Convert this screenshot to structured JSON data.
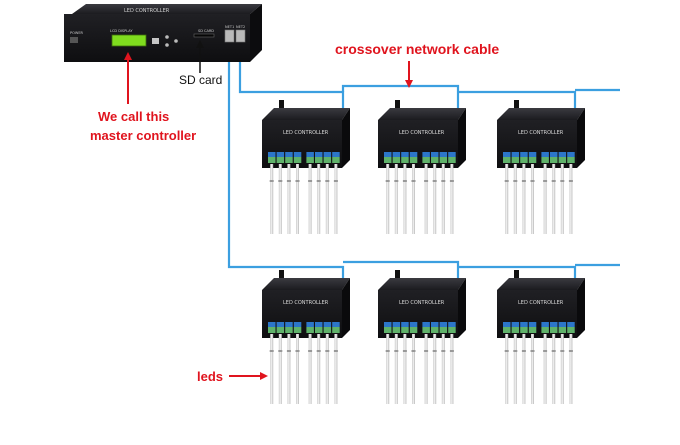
{
  "master": {
    "panel_title": "LED CONTROLLER",
    "lcd_label": "LCD DISPLAY",
    "power_label": "POWER",
    "sdcard_slot_label": "SD CARD",
    "port1_label": "NET1",
    "port2_label": "NET2"
  },
  "slave": {
    "label": "LED CONTROLLER"
  },
  "annotations": {
    "crossover": "crossover network cable",
    "sdcard": "SD card",
    "master_line1": "We call this",
    "master_line2": "master controller",
    "leds": "leds"
  },
  "colors": {
    "annotation_red": "#e0141e",
    "cable_blue": "#3b9fe0",
    "device_body": "#1e1e22",
    "lcd_green": "#7fdc1e",
    "terminal_green": "#5fb26a",
    "terminal_blue": "#2c76c9"
  }
}
